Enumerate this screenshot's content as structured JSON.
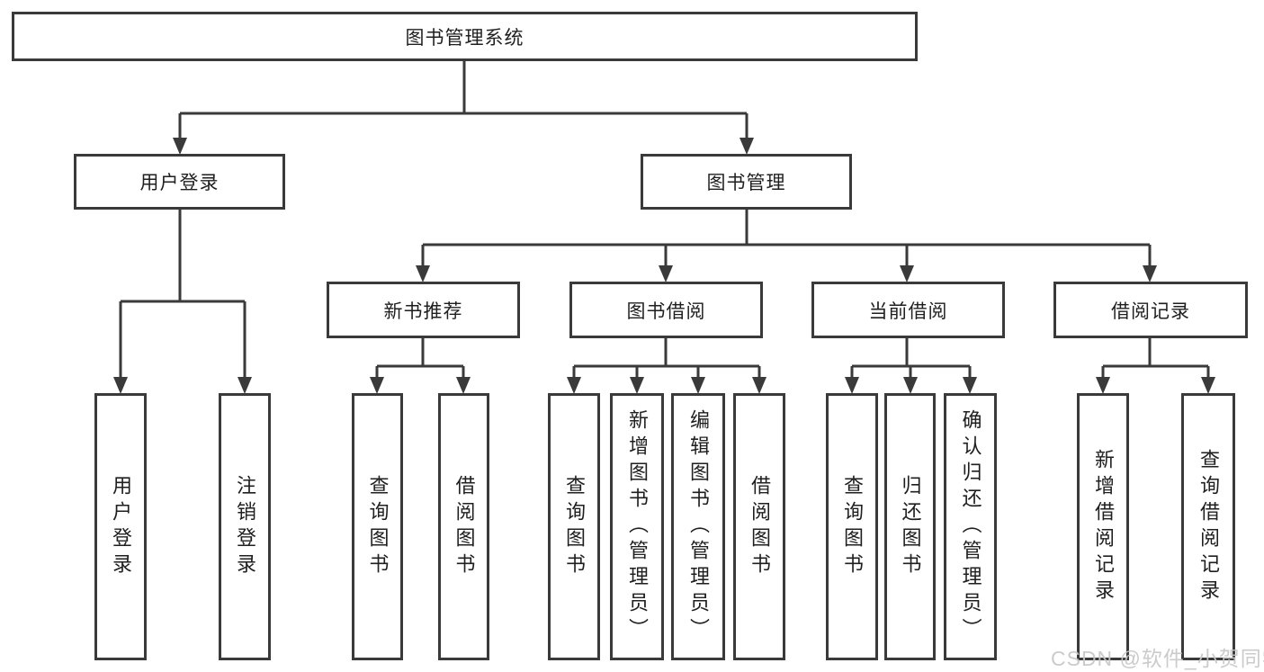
{
  "diagram": {
    "root": "图书管理系统",
    "level2": {
      "user_login": "用户登录",
      "book_mgmt": "图书管理"
    },
    "level3": {
      "new_book_rec": "新书推荐",
      "book_borrow": "图书借阅",
      "current_borrow": "当前借阅",
      "borrow_records": "借阅记录"
    },
    "leaves": {
      "user_login": {
        "login": "用户登录",
        "logout": "注销登录"
      },
      "new_book_rec": {
        "query": "查询图书",
        "borrow": "借阅图书"
      },
      "book_borrow": {
        "query": "查询图书",
        "add": "新增图书（管理员）",
        "edit": "编辑图书（管理员）",
        "borrow": "借阅图书"
      },
      "current_borrow": {
        "query": "查询图书",
        "return": "归还图书",
        "confirm": "确认归还（管理员）"
      },
      "borrow_records": {
        "add": "新增借阅记录",
        "query": "查询借阅记录"
      }
    }
  },
  "watermark": {
    "text": "CSDN @软件_小贺同学"
  },
  "colors": {
    "line": "#3a3a3a",
    "text": "#1f1f1f",
    "background": "#ffffff",
    "watermark": "#c7c7c7"
  }
}
